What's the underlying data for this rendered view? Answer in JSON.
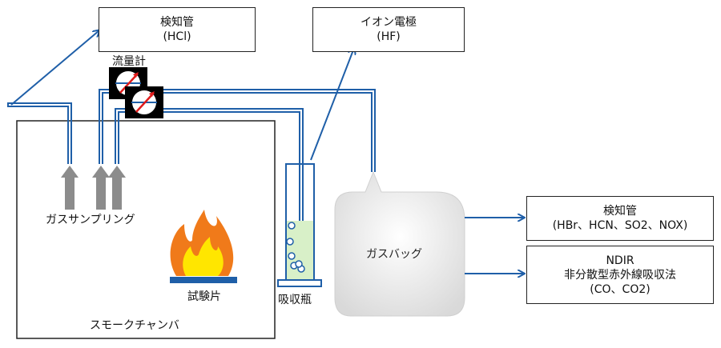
{
  "chamber": {
    "label": "スモークチャンバ"
  },
  "sampling": {
    "label": "ガスサンプリング"
  },
  "specimen": {
    "label": "試験片"
  },
  "flowmeter": {
    "label": "流量計"
  },
  "absorber": {
    "label": "吸収瓶"
  },
  "gasbag": {
    "label": "ガスバッグ"
  },
  "detector_hcl": {
    "line1": "検知管",
    "line2": "(HCl)"
  },
  "ion_electrode": {
    "line1": "イオン電極",
    "line2": "(HF)"
  },
  "detector_multi": {
    "line1": "検知管",
    "line2": "(HBr、HCN、SO2、NOX)"
  },
  "ndir": {
    "line1": "NDIR",
    "line2": "非分散型赤外線吸収法",
    "line3": "(CO、CO2)"
  },
  "colors": {
    "pipe": "#1f5fa8",
    "flame_outer": "#f07a1a",
    "flame_inner": "#ffe600",
    "gas_arrow": "#8c8c8c",
    "liquid": "#d8f0c8"
  }
}
